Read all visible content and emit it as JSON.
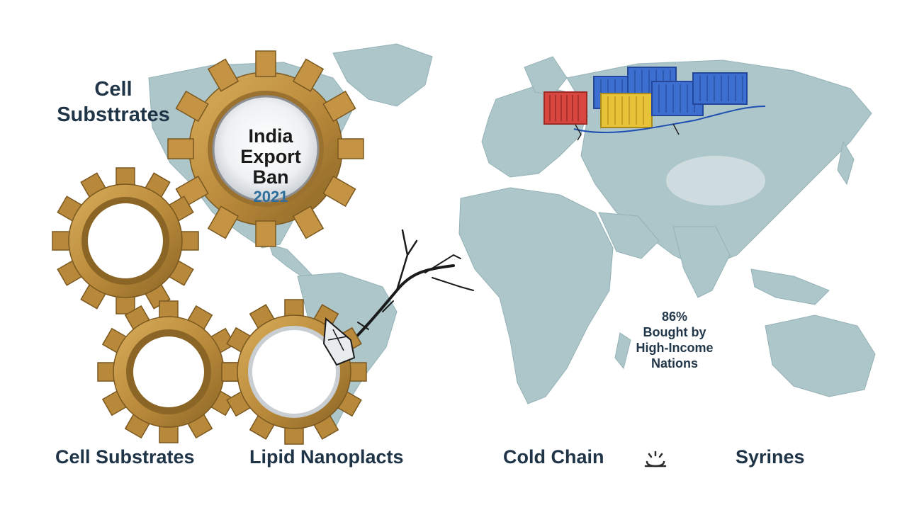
{
  "labels": {
    "top_left": "Cell Substtrates",
    "gear_main_line1": "India",
    "gear_main_line2": "Export",
    "gear_main_line3": "Ban",
    "gear_main_year": "2021",
    "bottom_1": "Cell Substrates",
    "bottom_2": "Lipid Nanoplacts",
    "bottom_3": "Cold Chain",
    "bottom_4": "Syrines",
    "stat_percent": "86%",
    "stat_line1": "Bought by",
    "stat_line2": "High-Income",
    "stat_line3": "Nations"
  },
  "colors": {
    "map": "#a9c4c8",
    "gear_gold": "#b8893a",
    "gear_dark": "#8a6525",
    "container_red": "#d9463f",
    "container_blue": "#3d6fd0",
    "container_yellow": "#e8c33a",
    "text": "#1f3447"
  },
  "icons": [
    "gear-icon",
    "shipping-container-icon",
    "crack-icon",
    "cold-chain-icon"
  ]
}
